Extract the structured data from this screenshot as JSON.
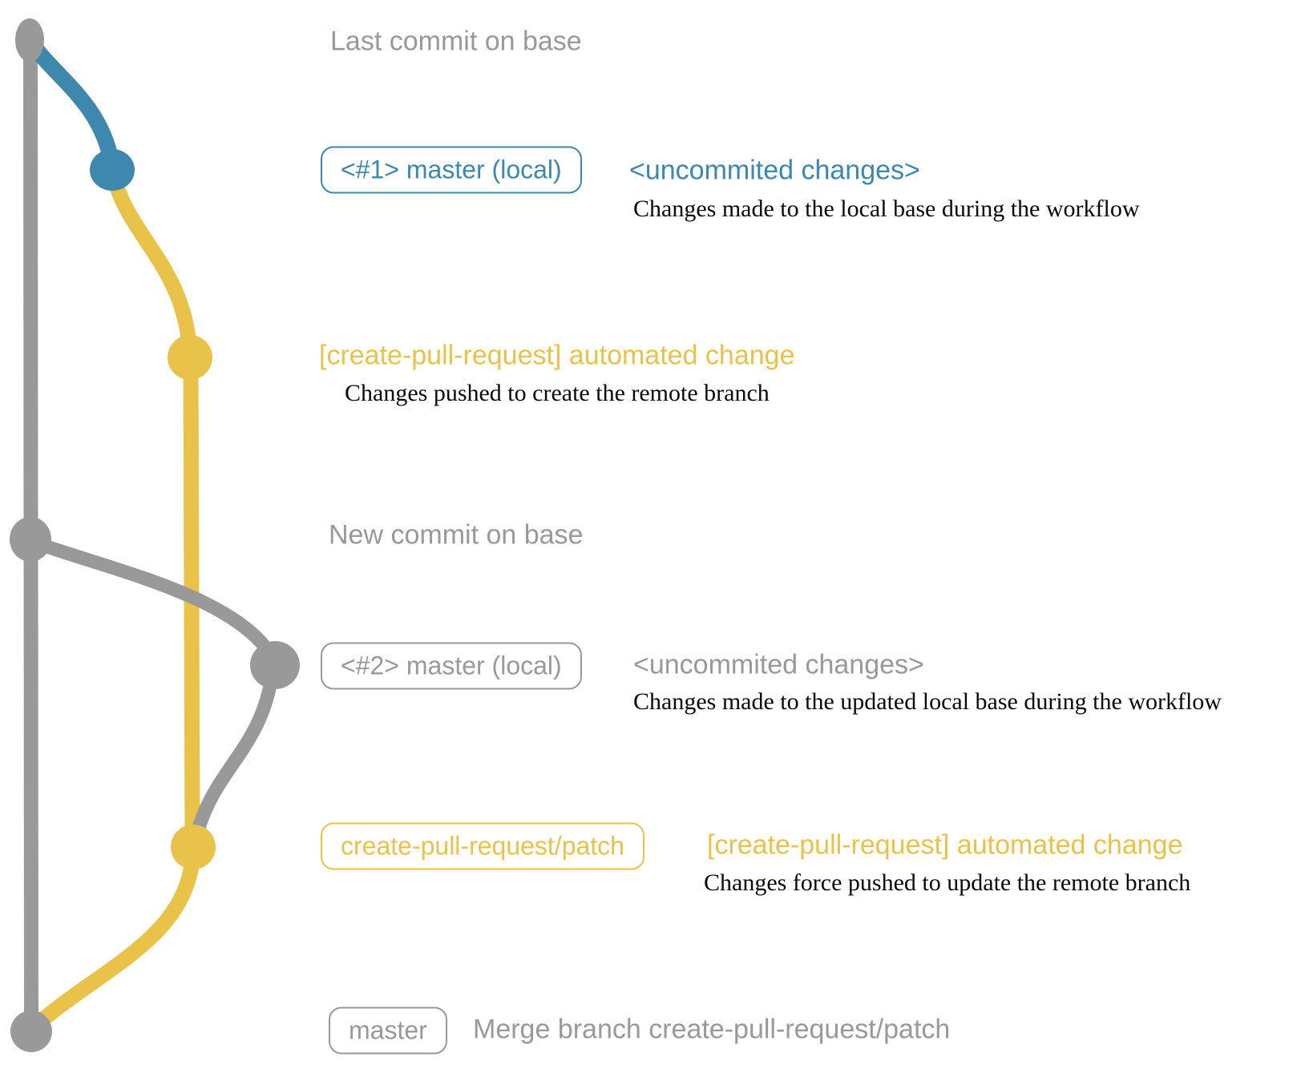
{
  "colors": {
    "background": "#ffffff",
    "gray": "#999999",
    "blue": "#3e87ae",
    "yellow": "#e9c24a",
    "ink": "#0a0a0a"
  },
  "diagram": {
    "title_implicit": "create-pull-request action git workflow",
    "row_last_commit": {
      "label": "Last commit on base"
    },
    "row_branch1": {
      "badge": "<#1> master (local)",
      "note": "<uncommited changes>",
      "desc": "Changes made to the local base during the workflow"
    },
    "row_push1": {
      "note": "[create-pull-request] automated change",
      "desc": "Changes pushed to create the remote branch"
    },
    "row_new_commit": {
      "label": "New commit on base"
    },
    "row_branch2": {
      "badge": "<#2> master (local)",
      "note": "<uncommited changes>",
      "desc": "Changes made to the updated local base during the workflow"
    },
    "row_push2": {
      "badge": "create-pull-request/patch",
      "note": "[create-pull-request] automated change",
      "desc": "Changes force pushed to update the remote branch"
    },
    "row_merge": {
      "badge": "master",
      "note": "Merge branch create-pull-request/patch"
    }
  }
}
